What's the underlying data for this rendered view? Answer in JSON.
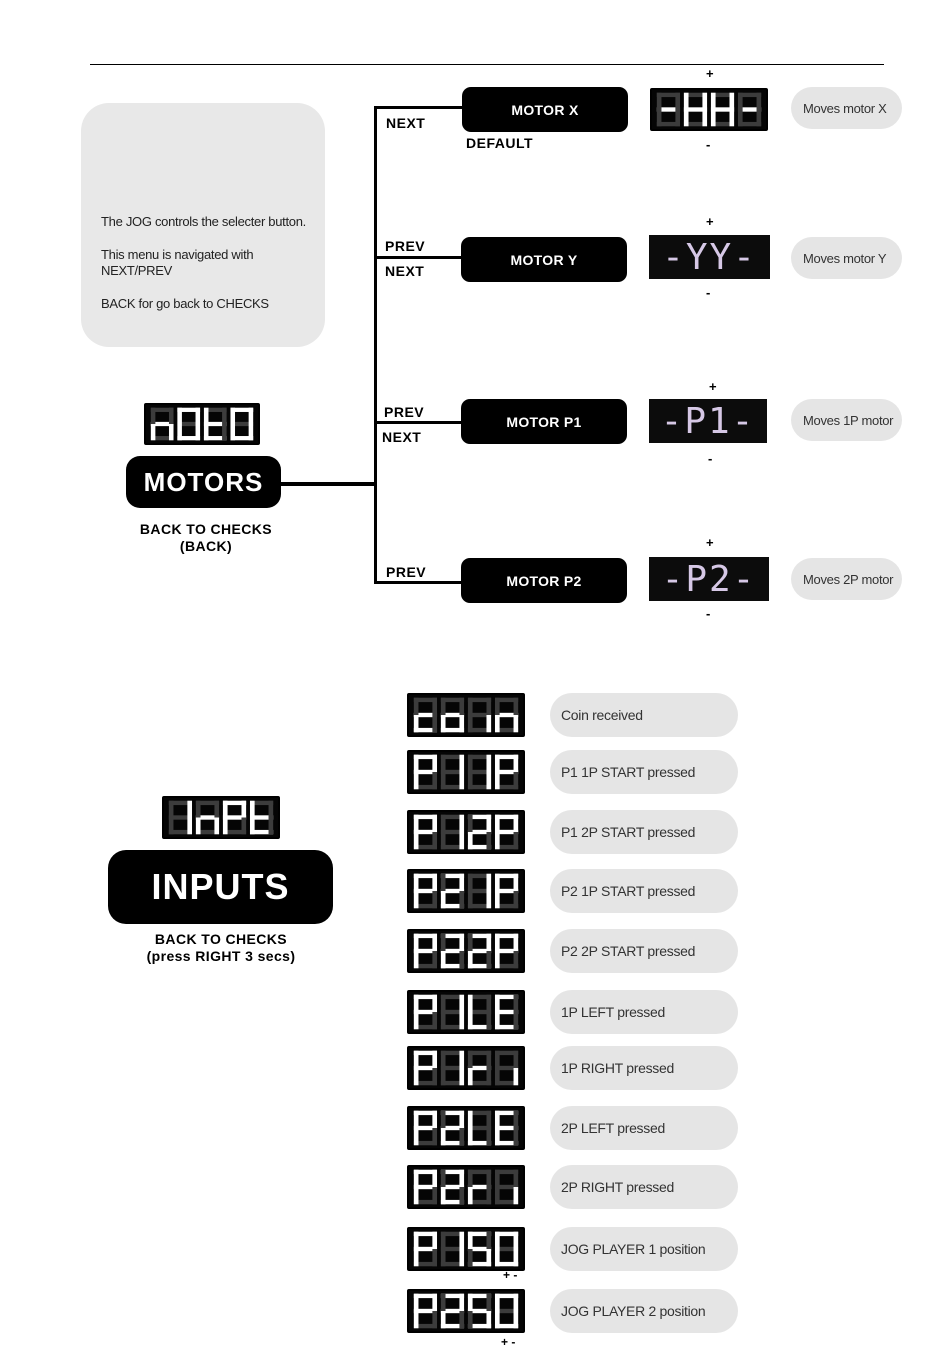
{
  "info": {
    "line1": "The JOG controls the selecter button.",
    "line2": "This menu is navigated with",
    "line3": "NEXT/PREV",
    "line4": "BACK for go back to CHECKS"
  },
  "motors": {
    "display": "nOtO",
    "title": "MOTORS",
    "back1": "BACK TO CHECKS",
    "back2": "(BACK)",
    "default_label": "DEFAULT",
    "next_label": "NEXT",
    "prev_label": "PREV",
    "plus": "+",
    "minus": "-",
    "items": [
      {
        "name": "MOTOR X",
        "display": "-HH-",
        "desc": "Moves motor X"
      },
      {
        "name": "MOTOR Y",
        "display": "-YY-",
        "desc": "Moves motor Y"
      },
      {
        "name": "MOTOR P1",
        "display": "-P1-",
        "desc": "Moves 1P motor"
      },
      {
        "name": "MOTOR P2",
        "display": "-P2-",
        "desc": "Moves 2P motor"
      }
    ]
  },
  "inputs": {
    "display": "InPt",
    "title": "INPUTS",
    "back1": "BACK TO CHECKS",
    "back2": "(press RIGHT 3 secs)",
    "plusminus": "+ -",
    "items": [
      {
        "display": "coin",
        "desc": "Coin received"
      },
      {
        "display": "P11P",
        "desc": "P1 1P START pressed"
      },
      {
        "display": "P12P",
        "desc": "P1 2P START pressed"
      },
      {
        "display": "P21P",
        "desc": "P2 1P START pressed"
      },
      {
        "display": "P22P",
        "desc": "P2 2P START pressed"
      },
      {
        "display": "P1LE",
        "desc": "1P LEFT pressed"
      },
      {
        "display": "P1ri",
        "desc": "1P RIGHT pressed"
      },
      {
        "display": "P2LE",
        "desc": "2P LEFT pressed"
      },
      {
        "display": "P2ri",
        "desc": "2P RIGHT pressed"
      },
      {
        "display": "P150",
        "desc": "JOG PLAYER 1 position"
      },
      {
        "display": "P250",
        "desc": "JOG PLAYER 2 position"
      }
    ]
  }
}
